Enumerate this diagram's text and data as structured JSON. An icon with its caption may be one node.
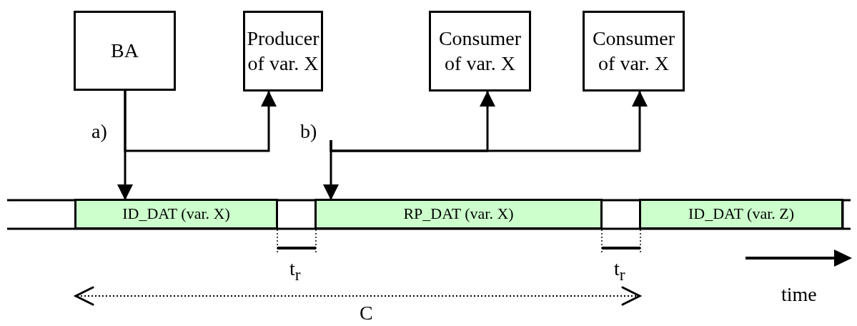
{
  "diagram": {
    "nodes": [
      {
        "text": [
          "BA"
        ]
      },
      {
        "text": [
          "Producer of var. X"
        ]
      },
      {
        "text": [
          "Consumer of var. X"
        ]
      },
      {
        "text": [
          "Consumer of var. X"
        ]
      },
      {
        "text": [
          "ID_DAT (var. X)"
        ]
      },
      {
        "text": [
          "RP_DAT (var. X)"
        ]
      },
      {
        "text": [
          "ID_DAT (var. Z)"
        ]
      }
    ],
    "edges": [
      {
        "from": 0,
        "to": 4,
        "arrow": "to",
        "label": "a)"
      },
      {
        "from": 0,
        "to": 1,
        "arrow": "to"
      },
      {
        "from": null,
        "to": 5,
        "arrow": "to",
        "label": "b)"
      },
      {
        "from": null,
        "to": 2,
        "arrow": "to"
      },
      {
        "from": null,
        "to": 3,
        "arrow": "to"
      }
    ],
    "labels": [
      "t$_{r}$",
      "t$_{r}$",
      "time",
      "C"
    ]
  }
}
